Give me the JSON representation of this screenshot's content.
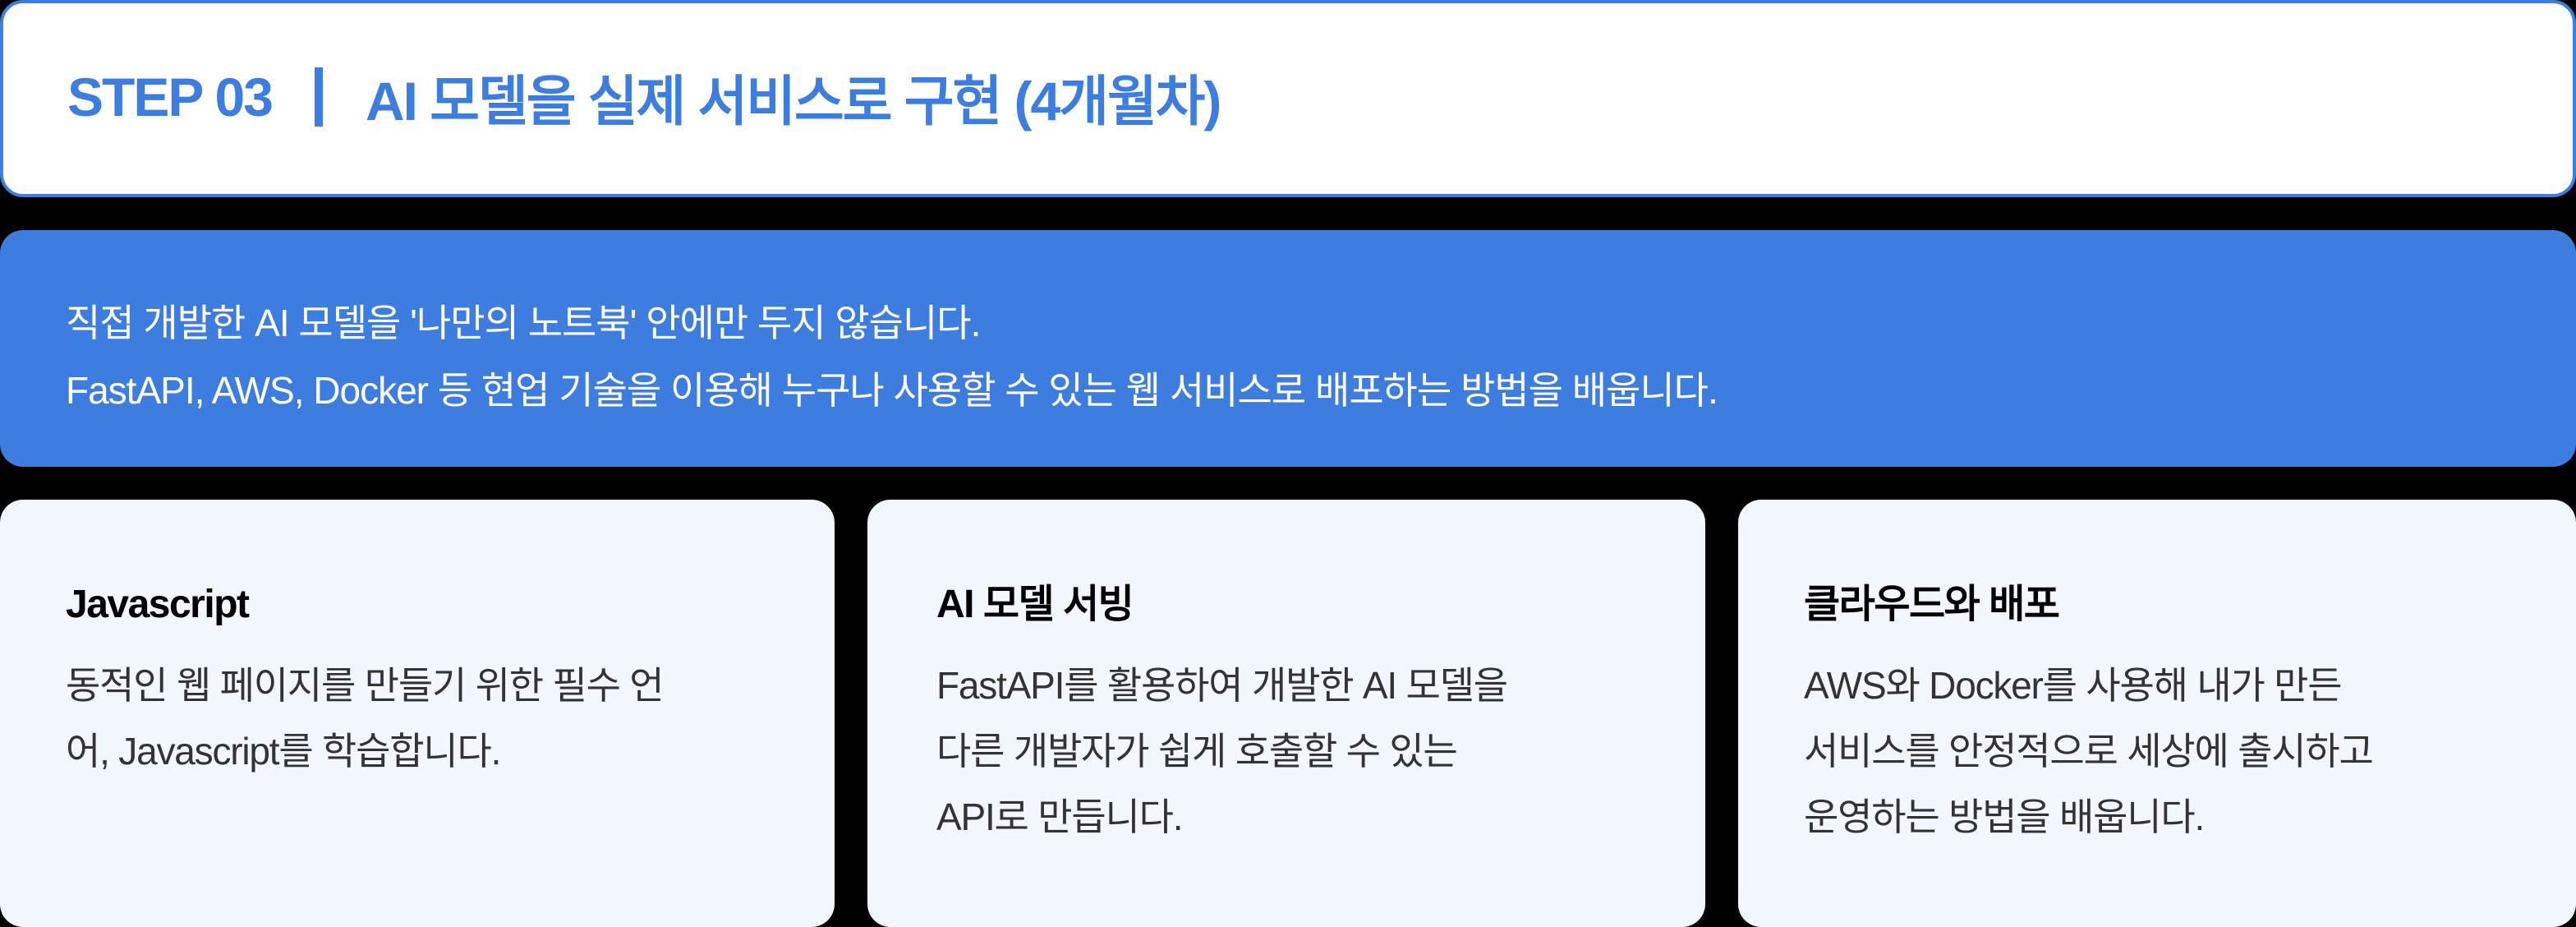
{
  "header": {
    "step_label": "STEP 03",
    "title": "AI 모델을 실제 서비스로 구현 (4개월차)"
  },
  "banner": {
    "lines": [
      "직접 개발한 AI 모델을 '나만의 노트북' 안에만 두지 않습니다.",
      "FastAPI, AWS, Docker 등 현업 기술을 이용해 누구나 사용할 수 있는 웹 서비스로 배포하는 방법을 배웁니다."
    ]
  },
  "cards": [
    {
      "title": "Javascript",
      "desc_lines": [
        "동적인 웹 페이지를 만들기 위한 필수 언",
        "어, Javascript를 학습합니다."
      ]
    },
    {
      "title": "AI 모델 서빙",
      "desc_lines": [
        "FastAPI를 활용하여 개발한 AI 모델을",
        "다른 개발자가 쉽게 호출할 수 있는",
        "API로 만듭니다."
      ]
    },
    {
      "title": "클라우드와 배포",
      "desc_lines": [
        "AWS와 Docker를 사용해 내가 만든",
        "서비스를 안정적으로 세상에 출시하고",
        "운영하는 방법을 배웁니다."
      ]
    }
  ],
  "colors": {
    "accent": "#3d7ddf",
    "card_background": "#f2f6fe",
    "page_background": "#000000",
    "header_background": "#ffffff",
    "card_title": "#000000",
    "card_text": "#333333"
  }
}
